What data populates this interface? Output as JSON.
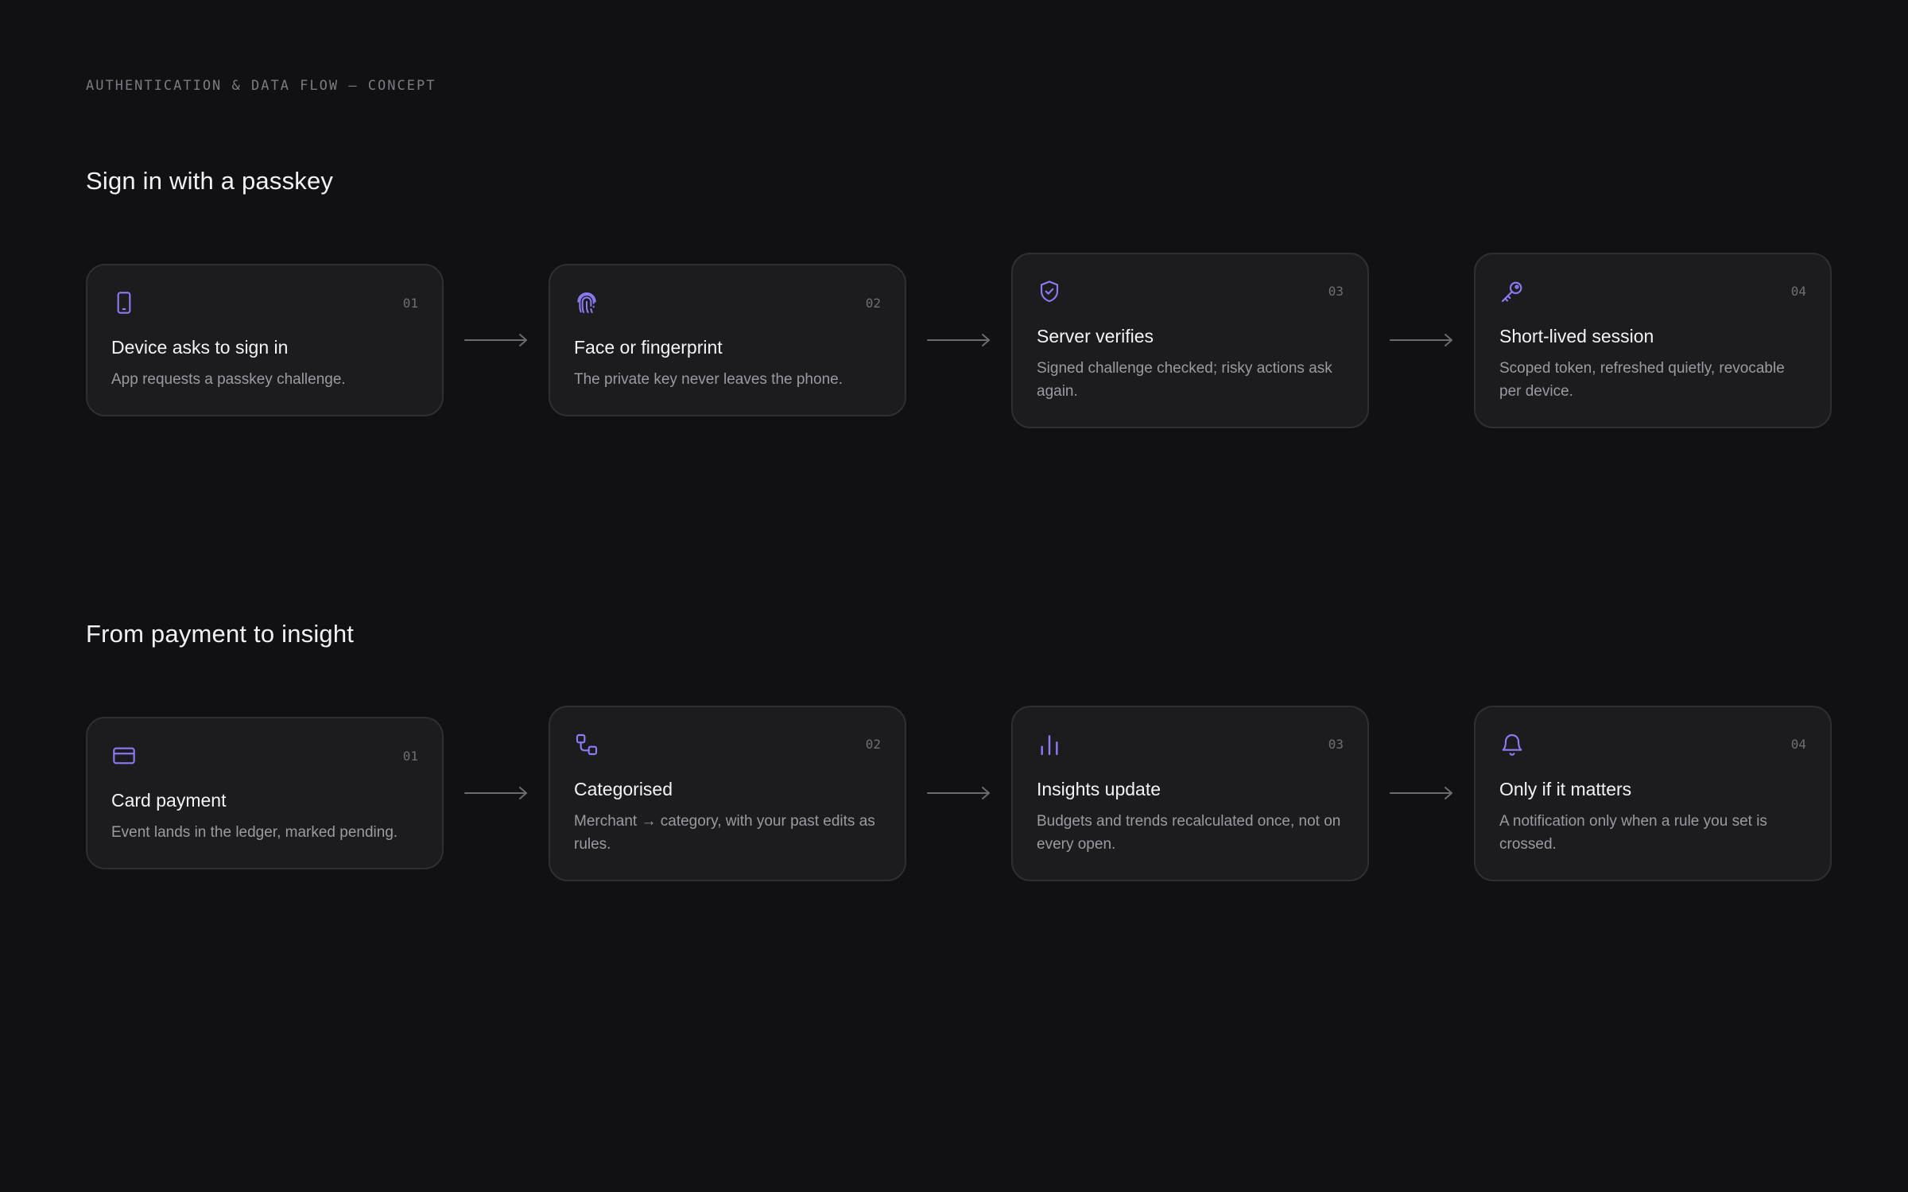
{
  "eyebrow": "AUTHENTICATION & DATA FLOW — CONCEPT",
  "colors": {
    "background": "#111114",
    "card": "#1c1c1f",
    "accent": "#8b7cf6",
    "arrow": "#6b6b72"
  },
  "sections": [
    {
      "title": "Sign in with a passkey",
      "steps": [
        {
          "icon": "phone-icon",
          "num": "01",
          "title": "Device asks to sign in",
          "desc": "App requests a passkey challenge."
        },
        {
          "icon": "fingerprint-icon",
          "num": "02",
          "title": "Face or fingerprint",
          "desc": "The private key never leaves the phone."
        },
        {
          "icon": "shield-check-icon",
          "num": "03",
          "title": "Server verifies",
          "desc": "Signed challenge checked; risky actions ask again."
        },
        {
          "icon": "key-icon",
          "num": "04",
          "title": "Short-lived session",
          "desc": "Scoped token, refreshed quietly, revocable per device."
        }
      ]
    },
    {
      "title": "From payment to insight",
      "steps": [
        {
          "icon": "credit-card-icon",
          "num": "01",
          "title": "Card payment",
          "desc": "Event lands in the ledger, marked pending."
        },
        {
          "icon": "workflow-icon",
          "num": "02",
          "title": "Categorised",
          "desc": "Merchant → category, with your past edits as rules."
        },
        {
          "icon": "bar-chart-icon",
          "num": "03",
          "title": "Insights update",
          "desc": "Budgets and trends recalculated once, not on every open."
        },
        {
          "icon": "bell-icon",
          "num": "04",
          "title": "Only if it matters",
          "desc": "A notification only when a rule you set is crossed."
        }
      ]
    }
  ]
}
